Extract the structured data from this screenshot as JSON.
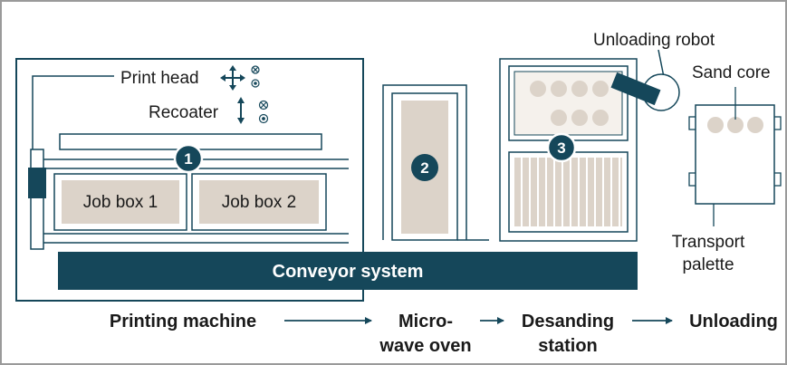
{
  "printing_machine": {
    "print_head_label": "Print head",
    "recoater_label": "Recoater",
    "job_boxes": [
      "Job box 1",
      "Job box 2"
    ],
    "step_number": "1"
  },
  "microwave_oven": {
    "step_number": "2"
  },
  "desanding_station": {
    "step_number": "3"
  },
  "unloading": {
    "robot_label": "Unloading robot",
    "sand_core_label": "Sand core",
    "transport_palette_label_lines": [
      "Transport",
      "palette"
    ]
  },
  "conveyor_label": "Conveyor system",
  "process_flow": {
    "step1": [
      "Printing machine"
    ],
    "step2": [
      "Micro-",
      "wave oven"
    ],
    "step3": [
      "Desanding",
      "station"
    ],
    "step4": [
      "Unloading"
    ]
  },
  "colors": {
    "dark_teal": "#15475a",
    "beige": "#dcd3c9",
    "outline": "#15475a",
    "frame": "#9a9a9a"
  }
}
